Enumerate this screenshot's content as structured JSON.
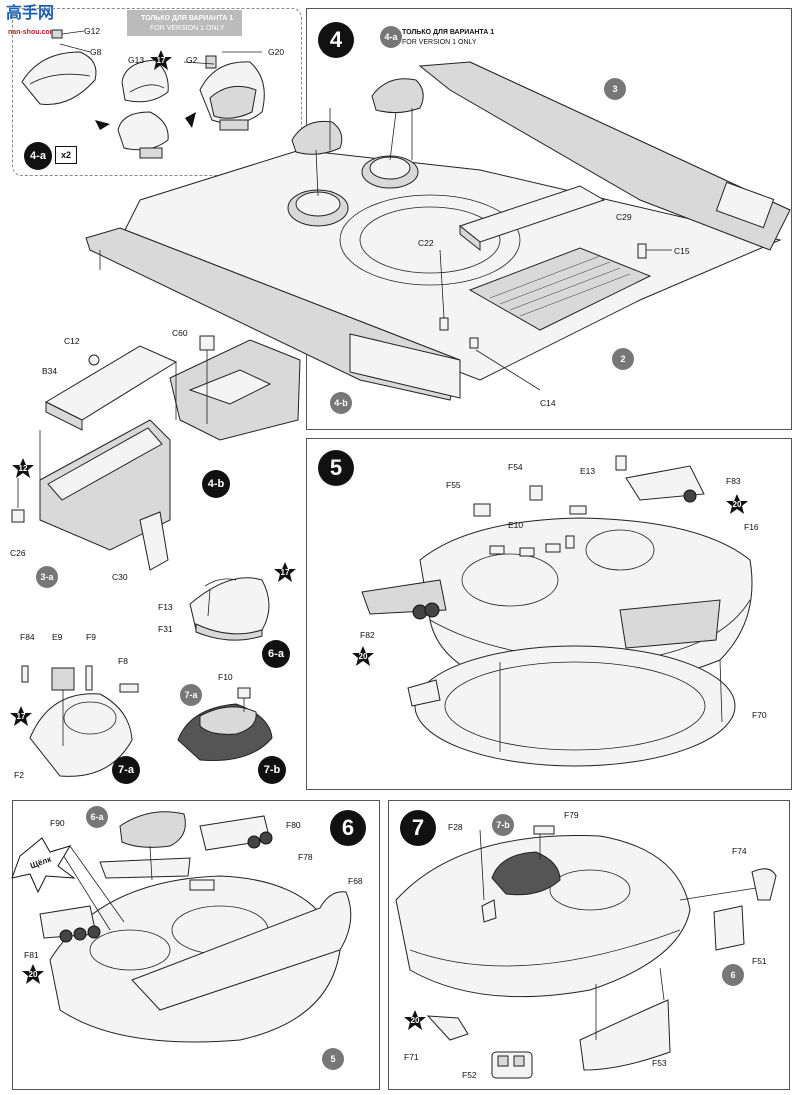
{
  "watermark": {
    "text": "高手网",
    "url": "nan-shou.com"
  },
  "variant_note": {
    "ru": "ТОЛЬКО ДЛЯ ВАРИАНТА 1",
    "en": "FOR VERSION 1 ONLY"
  },
  "step_4a": {
    "label": "4-a",
    "multiplier": "x2",
    "parts": [
      "G12",
      "G8",
      "G13",
      "G2",
      "G20"
    ],
    "paint_code": "17"
  },
  "step_4": {
    "number": "4",
    "note_ru": "ТОЛЬКО ДЛЯ ВАРИАНТА 1",
    "note_en": "FOR VERSION  1 ONLY",
    "refs": [
      "4-a",
      "3",
      "2",
      "4-b"
    ],
    "parts": [
      "C29",
      "C22",
      "C15",
      "C14"
    ]
  },
  "step_4b": {
    "label": "4-b",
    "ref": "3-a",
    "parts": [
      "C60",
      "C12",
      "B34",
      "C26",
      "C30"
    ],
    "paint_code": "12"
  },
  "step_6a": {
    "label": "6-a",
    "parts": [
      "F13",
      "F31"
    ],
    "paint_code": "17"
  },
  "step_7a": {
    "label": "7-a",
    "parts": [
      "F84",
      "E9",
      "F9",
      "F8",
      "F2"
    ],
    "paint_code": "17"
  },
  "step_7b": {
    "label": "7-b",
    "ref": "7-a",
    "parts": [
      "F10"
    ]
  },
  "step_5": {
    "number": "5",
    "parts": [
      "F55",
      "F54",
      "E13",
      "F83",
      "E10",
      "F16",
      "F82",
      "F70"
    ],
    "paint_codes": [
      "20",
      "20"
    ]
  },
  "step_6": {
    "number": "6",
    "ref_in": "6-a",
    "ref_base": "5",
    "click_label": "Щёлк",
    "parts": [
      "F90",
      "F80",
      "F78",
      "F68",
      "F81"
    ],
    "paint_code": "20"
  },
  "step_7": {
    "number": "7",
    "ref_in": "7-b",
    "ref_base": "6",
    "parts": [
      "F28",
      "F79",
      "F74",
      "F51",
      "F71",
      "F52",
      "F53"
    ],
    "paint_code": "20"
  }
}
